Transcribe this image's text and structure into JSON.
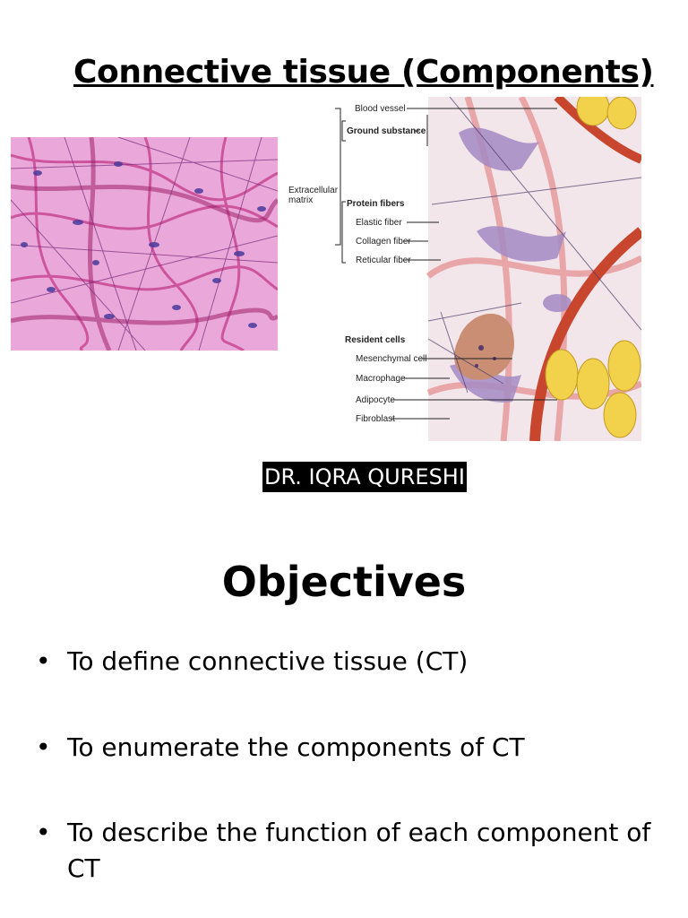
{
  "title": "Connective tissue (Components)",
  "author": "DR. IQRA QURESHI",
  "objectives_heading": "Objectives",
  "objectives": [
    "To define connective tissue (CT)",
    "To enumerate the components of CT",
    "To describe the function of each component of CT"
  ],
  "diagram": {
    "labels": {
      "blood_vessel": "Blood vessel",
      "ground_substance": "Ground substance",
      "extracellular_matrix": "Extracellular matrix",
      "protein_fibers": "Protein fibers",
      "elastic_fiber": "Elastic fiber",
      "collagen_fiber": "Collagen fiber",
      "reticular_fiber": "Reticular fiber",
      "resident_cells": "Resident cells",
      "mesenchymal_cell": "Mesenchymal cell",
      "macrophage": "Macrophage",
      "adipocyte": "Adipocyte",
      "fibroblast": "Fibroblast"
    }
  },
  "colors": {
    "micro_background": "#e9a4d8",
    "collagen": "#c0307e",
    "blood_vessel": "#d0442e",
    "adipocyte": "#f2d24a"
  }
}
